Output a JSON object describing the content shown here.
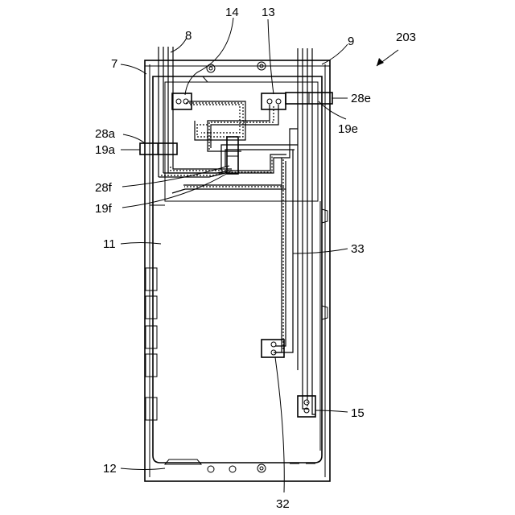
{
  "figure": {
    "ref": "203"
  },
  "labels": {
    "l14": "14",
    "l13": "13",
    "l8": "8",
    "l9": "9",
    "l7": "7",
    "l28e": "28e",
    "l19e": "19e",
    "l28a": "28a",
    "l19a": "19a",
    "l28f": "28f",
    "l19f": "19f",
    "l11": "11",
    "l33": "33",
    "l15": "15",
    "l12": "12",
    "l32": "32"
  }
}
